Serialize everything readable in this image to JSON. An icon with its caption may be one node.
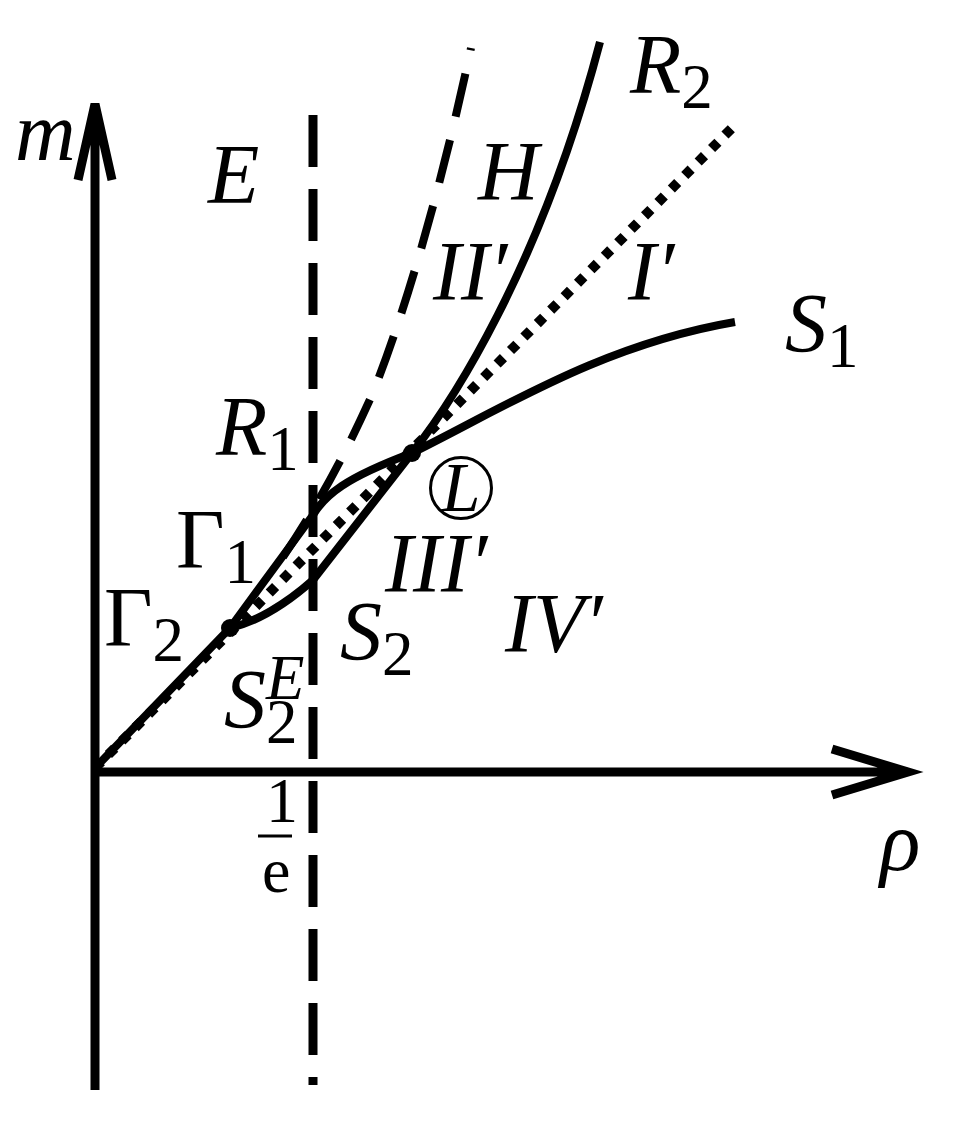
{
  "diagram": {
    "labels": [
      "R$_{2}$",
      "m",
      "E",
      "H",
      "II′",
      "I′",
      "S$_{1}$",
      "R$_{1}$",
      "L",
      "Γ$_{1}$",
      "III′",
      "Γ$_{2}$",
      "S$_{2}$",
      "IV′",
      "S$_{2}$$^{E}$",
      "1",
      "e",
      "ρ"
    ]
  }
}
